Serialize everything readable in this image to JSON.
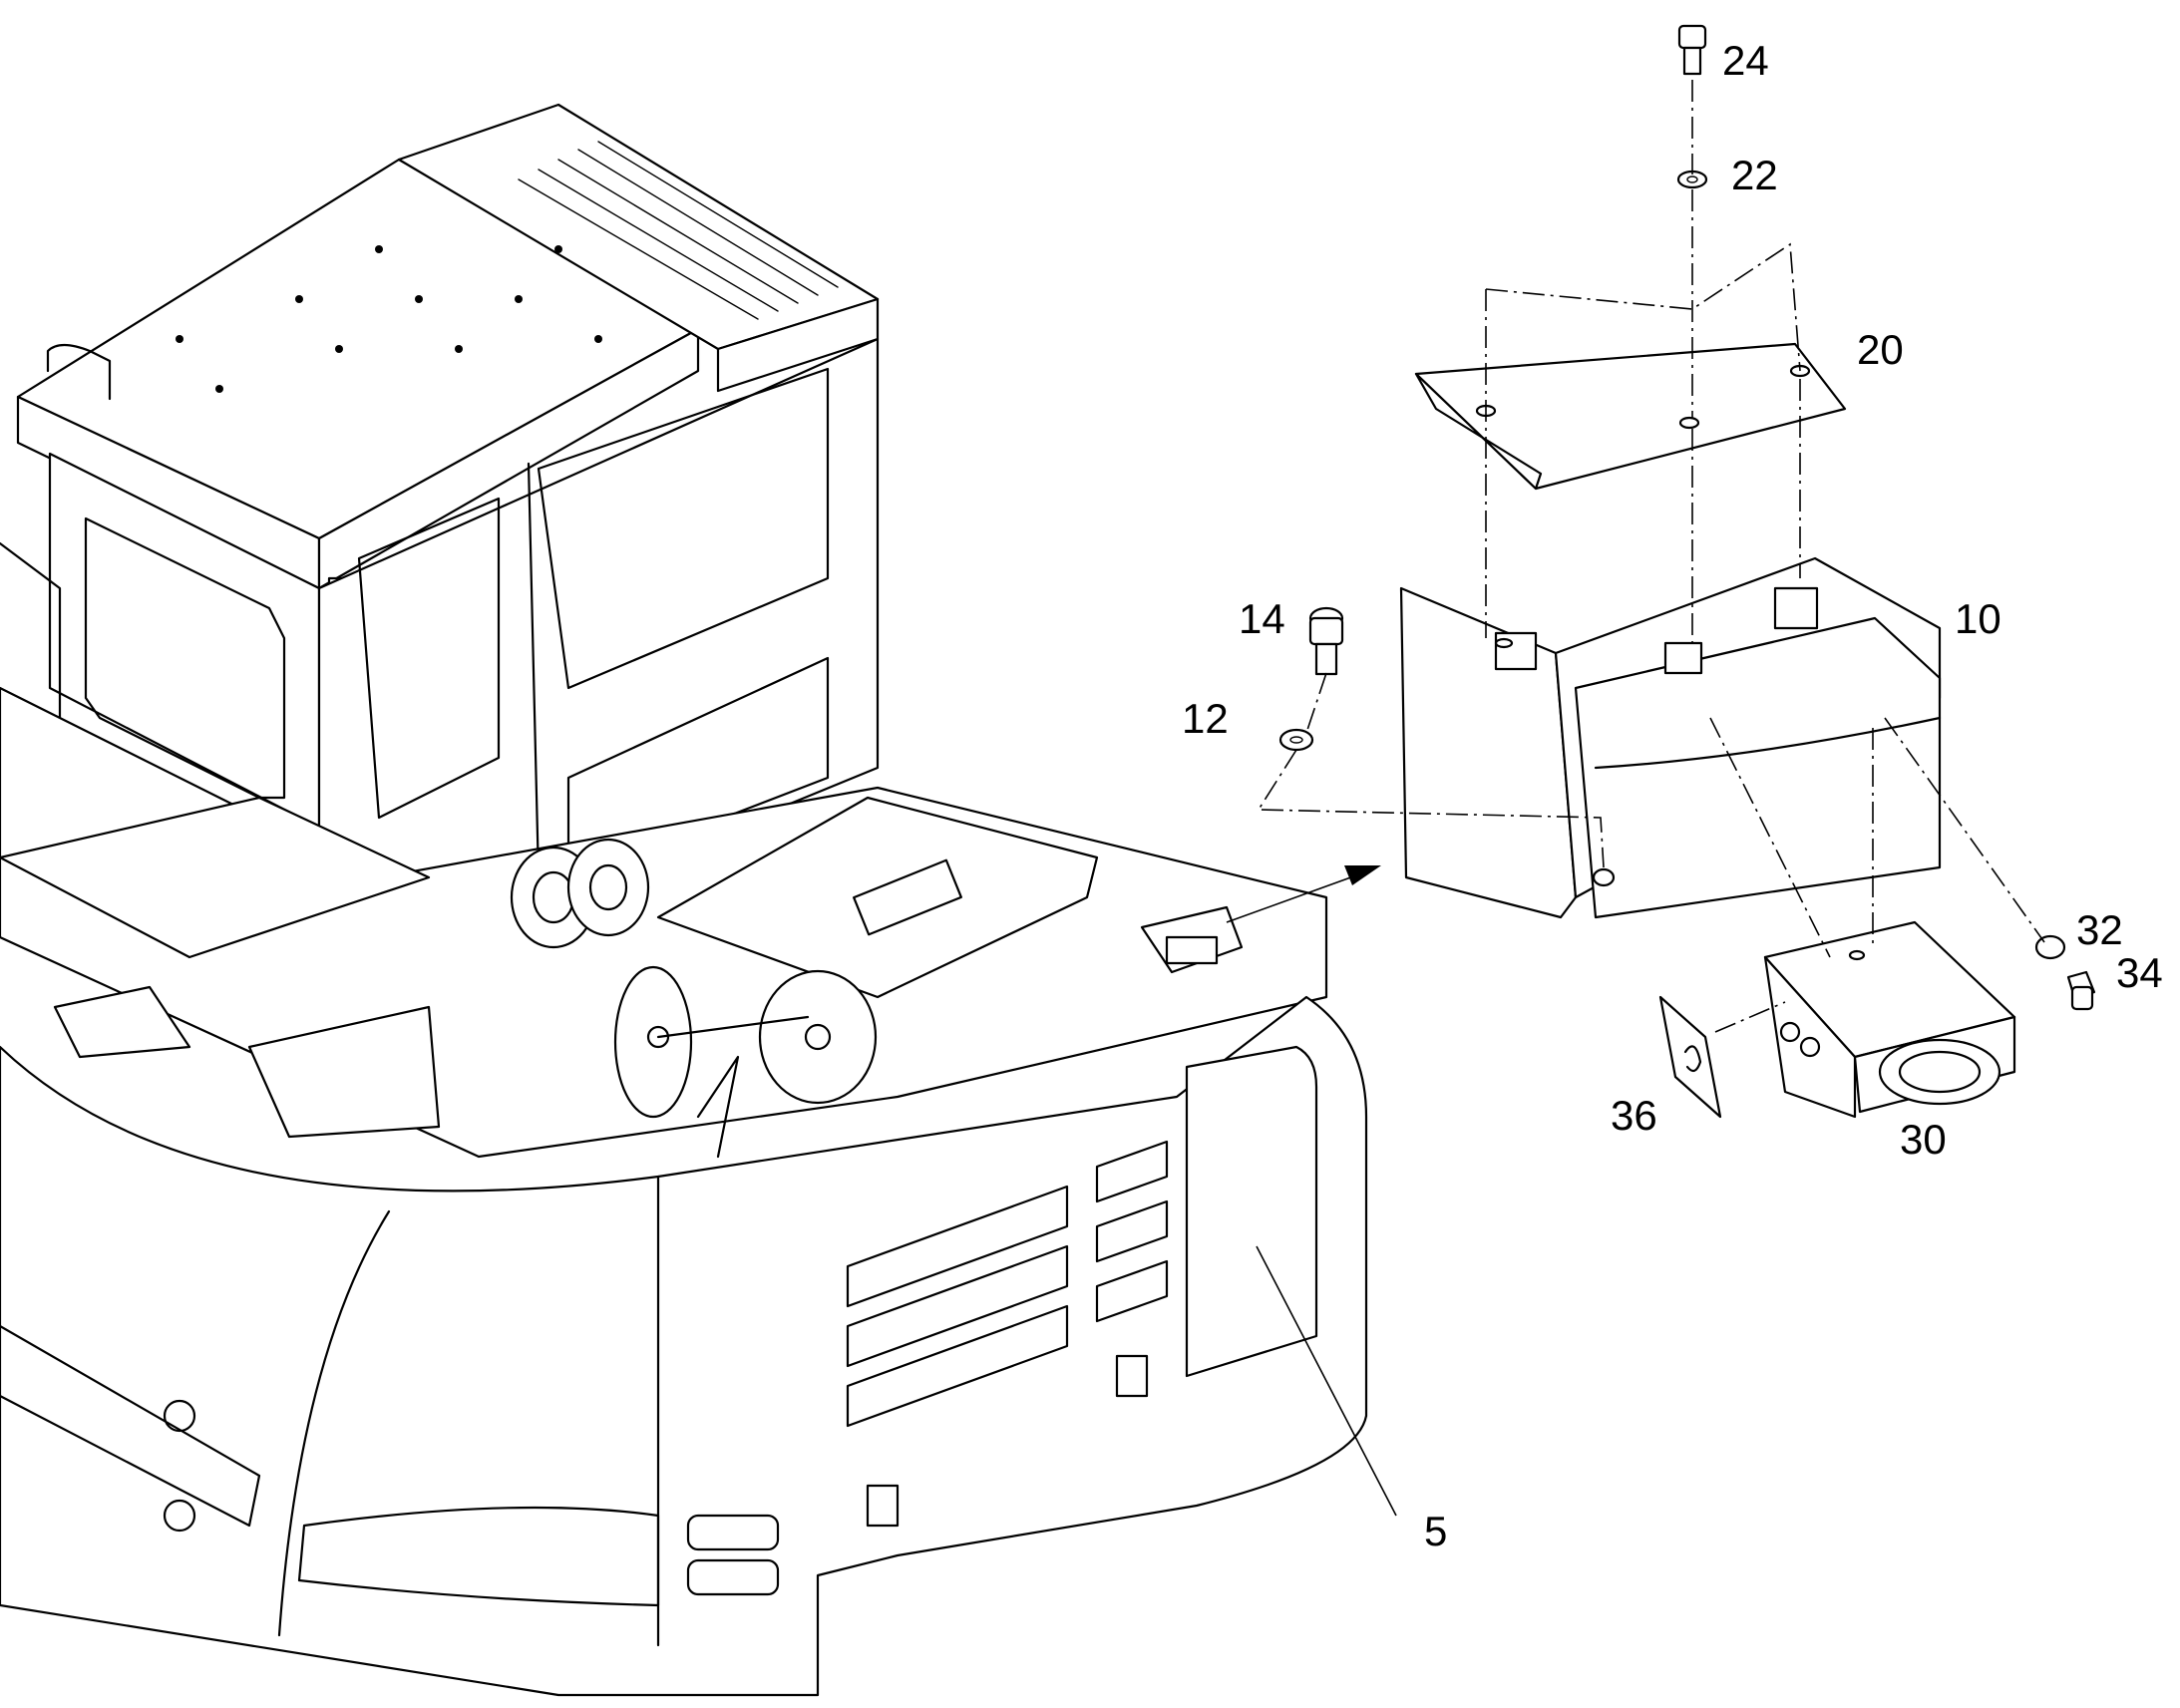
{
  "diagram": {
    "callouts": [
      {
        "id": "c24",
        "label": "24"
      },
      {
        "id": "c22",
        "label": "22"
      },
      {
        "id": "c20",
        "label": "20"
      },
      {
        "id": "c10",
        "label": "10"
      },
      {
        "id": "c14",
        "label": "14"
      },
      {
        "id": "c12",
        "label": "12"
      },
      {
        "id": "c32",
        "label": "32"
      },
      {
        "id": "c34",
        "label": "34"
      },
      {
        "id": "c36",
        "label": "36"
      },
      {
        "id": "c30",
        "label": "30"
      },
      {
        "id": "c5",
        "label": "5"
      }
    ]
  }
}
